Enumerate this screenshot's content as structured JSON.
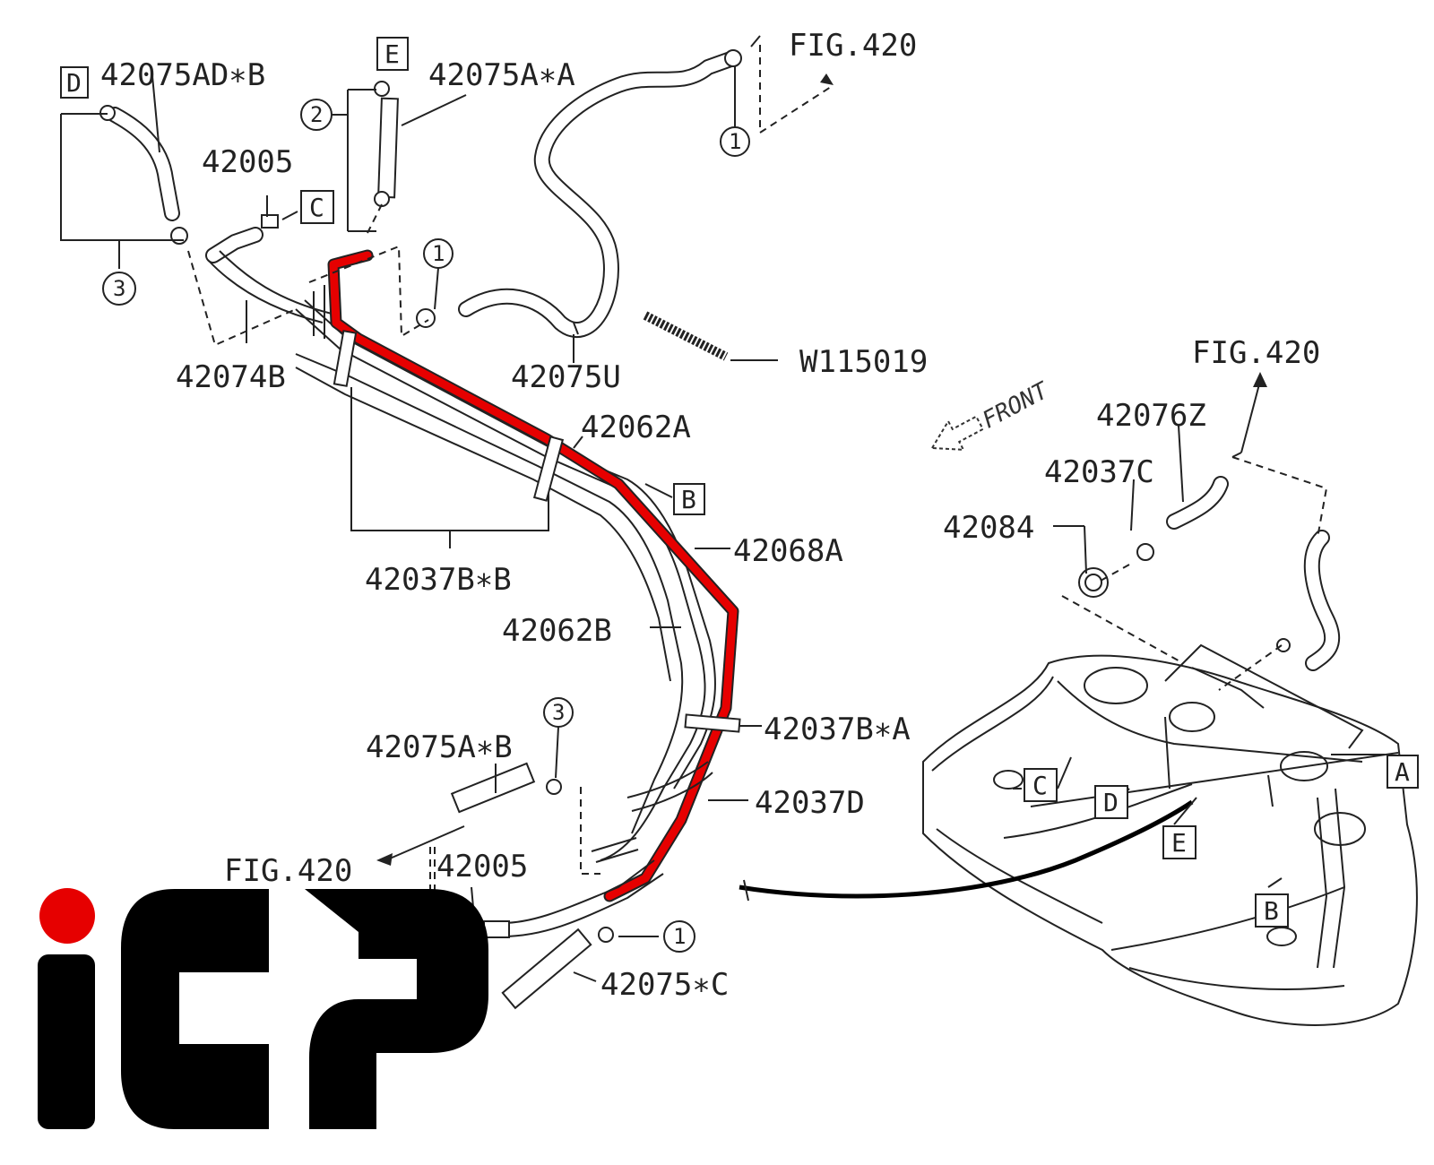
{
  "labels": {
    "p42075AD_B": "42075AD∗B",
    "p42075A_A": "42075A∗A",
    "fig420_top": "FIG.420",
    "p42005_top": "42005",
    "p42074B": "42074B",
    "p42075U": "42075U",
    "w115019": "W115019",
    "p42062A": "42062A",
    "p42037B_B": "42037B∗B",
    "p42068A": "42068A",
    "p42062B": "42062B",
    "p42037B_A": "42037B∗A",
    "p42075A_B": "42075A∗B",
    "p42037D": "42037D",
    "fig420_left": "FIG.420",
    "p42005_bottom": "42005",
    "p42075_C": "42075∗C",
    "fig420_right": "FIG.420",
    "p42076Z": "42076Z",
    "p42037C": "42037C",
    "p42084": "42084",
    "front": "FRONT"
  },
  "box_markers": {
    "D_top": "D",
    "E_top": "E",
    "C_top": "C",
    "B_pipe": "B",
    "A_tank": "A",
    "C_tank": "C",
    "D_tank": "D",
    "E_tank": "E",
    "B_tank": "B"
  },
  "circle_markers": {
    "c1_top": "1",
    "c2": "2",
    "c3_left": "3",
    "c1_mid": "1",
    "c3_bottom": "3",
    "c1_bottom": "1"
  },
  "highlight": {
    "part": "42068A",
    "color": "#e60000"
  },
  "logo": {
    "text": "iCP",
    "dot_color": "#e60000",
    "letter_color": "#000000"
  }
}
